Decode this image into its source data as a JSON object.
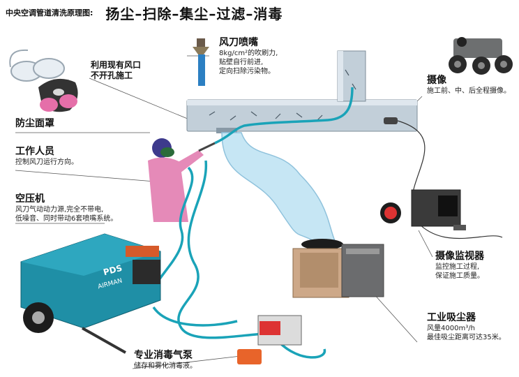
{
  "header": {
    "subtitle": "中央空调管道清洗原理图:",
    "title": "扬尘–扫除–集尘–过滤–消毒"
  },
  "labels": {
    "existing_vent": [
      "利用现有风口",
      "不开孔施工"
    ],
    "nozzle": {
      "title": "风刀喷嘴",
      "lines": [
        "8kg/cm²的吹刷力,",
        "贴壁自行前进,",
        "定向扫除污染物。"
      ]
    },
    "camera": {
      "title": "摄像",
      "lines": [
        "施工前、中、后全程摄像。"
      ]
    },
    "mask": {
      "title": "防尘面罩"
    },
    "worker": {
      "title": "工作人员",
      "lines": [
        "控制风刀运行方向。"
      ]
    },
    "compressor": {
      "title": "空压机",
      "lines": [
        "风刀气动动力源,完全不带电,",
        "低噪音、同时带动6套喷嘴系统。"
      ]
    },
    "monitor": {
      "title": "摄像监视器",
      "lines": [
        "监控施工过程,",
        "保证施工质量。"
      ]
    },
    "vacuum": {
      "title": "工业吸尘器",
      "lines": [
        "风量4000m³/h",
        "最佳吸尘距离可达35米。"
      ]
    },
    "pump": {
      "title": "专业消毒气泵",
      "lines": [
        "储存和雾化消毒液。"
      ]
    }
  },
  "equipment_text": {
    "compressor_brand": "AIRMAN",
    "compressor_logo": "PDS"
  },
  "colors": {
    "hose": "#1aa3b8",
    "duct": "#b9c7d2",
    "compressor": "#1f8fa6",
    "suit": "#e58ab8",
    "vacuum_box": "#c9a98a",
    "flex_duct": "#bfe3f2"
  }
}
